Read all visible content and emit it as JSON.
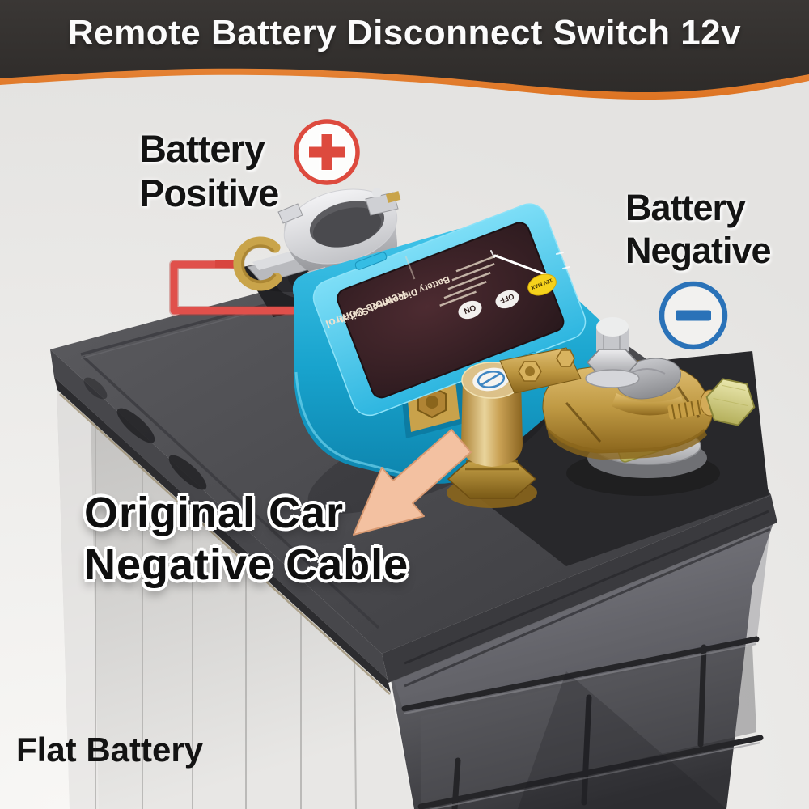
{
  "banner": {
    "title": "Remote Battery Disconnect Switch 12v"
  },
  "annotations": {
    "positive": {
      "line1": "Battery",
      "line2": "Positive"
    },
    "negative": {
      "line1": "Battery",
      "line2": "Negative"
    },
    "cable": {
      "line1": "Original Car",
      "line2": "Negative Cable"
    },
    "flat_battery": "Flat Battery"
  },
  "device": {
    "label_line1": "Remote Control",
    "label_line2": "Battery Disconnect Switch",
    "on": "ON",
    "off": "OFF",
    "badge": "12V MAX"
  },
  "icons": {
    "positive": "plus-circle-icon",
    "negative": "minus-circle-icon",
    "cable_arrow": "arrow-down-left-icon"
  },
  "colors": {
    "banner_bg": "#34302E",
    "accent_orange": "#E8873A",
    "positive_red": "#DD4A3E",
    "negative_blue": "#2A72B8",
    "device_cyan": "#3EC4E9",
    "arrow_peach": "#F3C1A1",
    "brass_gold": "#C9A04A",
    "battery_dark": "#3A3A3E",
    "battery_light": "#CBCAC8"
  }
}
